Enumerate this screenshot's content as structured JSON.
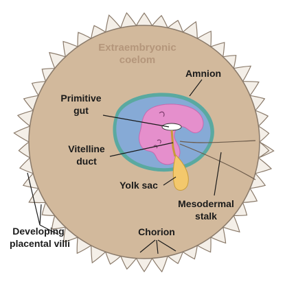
{
  "labels": {
    "coelom_line1": "Extraembryonic",
    "coelom_line2": "coelom",
    "amnion": "Amnion",
    "primitive_gut_line1": "Primitive",
    "primitive_gut_line2": "gut",
    "vitelline_duct_line1": "Vitelline",
    "vitelline_duct_line2": "duct",
    "yolk_sac": "Yolk sac",
    "mesodermal_stalk_line1": "Mesodermal",
    "mesodermal_stalk_line2": "stalk",
    "villi_line1": "Developing",
    "villi_line2": "placental villi",
    "chorion": "Chorion"
  },
  "colors": {
    "coelom": "#d2b99c",
    "amnion_cavity": "#86aad6",
    "amnion_rim": "#5aa9a0",
    "embryo": "#e58fcc",
    "yolk_sac": "#f3c86c",
    "chorion_outline": "#8a7a6a",
    "leader_line": "#1a1a1a"
  }
}
